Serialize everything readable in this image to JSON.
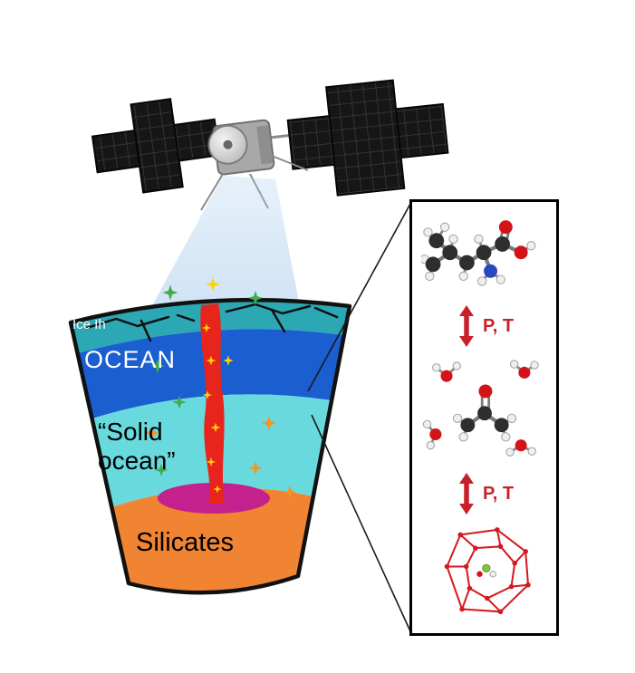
{
  "figure": {
    "type": "scientific-diagram",
    "background": "#ffffff"
  },
  "satellite": {
    "icon": "satellite-icon"
  },
  "beam": {
    "icon": "scan-beam",
    "color": "#b0d0ee"
  },
  "moon": {
    "layers": [
      {
        "id": "ice",
        "label": "Ice Ih",
        "color": "#2ba8b4",
        "text_color": "#ffffff"
      },
      {
        "id": "ocean",
        "label": "OCEAN",
        "color": "#1a5ed0",
        "text_color": "#ffffff"
      },
      {
        "id": "solid-ocean",
        "label": "“Solid ocean”",
        "color": "#68dade",
        "text_color": "#000000"
      },
      {
        "id": "silicates",
        "label": "Silicates",
        "color": "#f18433",
        "text_color": "#000000"
      }
    ],
    "plume_color": "#e8251d",
    "intrusion_color": "#c4208e",
    "sparkle_colors": {
      "green": "#3fae49",
      "orange": "#f7941d",
      "yellow": "#ffd400"
    }
  },
  "panel": {
    "border_color": "#000000",
    "arrow_color": "#c8202a",
    "arrows": [
      {
        "label": "P, T"
      },
      {
        "label": "P, T"
      }
    ],
    "molecules": [
      {
        "name": "amino-acid-molecule"
      },
      {
        "name": "water-and-ketone-molecules"
      },
      {
        "name": "clathrate-hydrate-cage"
      }
    ]
  }
}
